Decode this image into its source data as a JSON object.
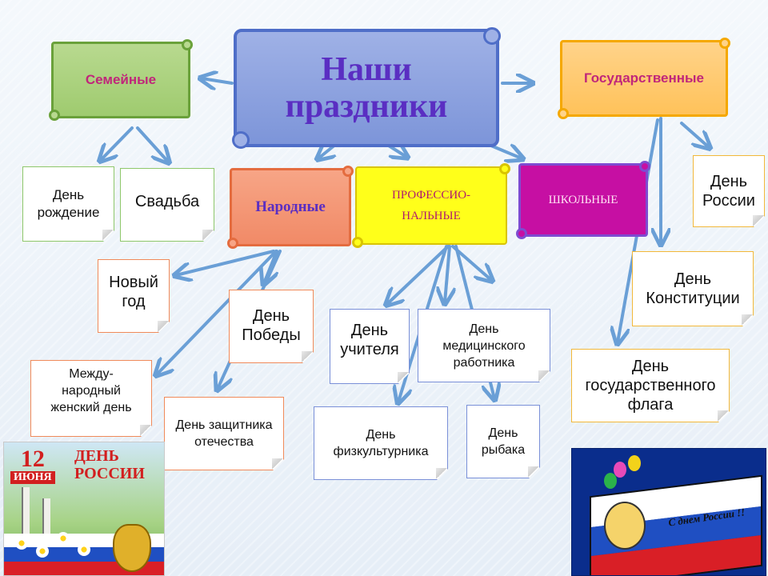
{
  "main_title": {
    "line1": "Наши",
    "line2": "праздники"
  },
  "categories": {
    "family": "Семейные",
    "state": "Государственные",
    "folk": "Народные",
    "professional": {
      "line1": "ПРОФЕССИО-",
      "line2": "НАЛЬНЫЕ"
    },
    "school": "ШКОЛЬНЫЕ"
  },
  "holidays": {
    "birthday": "День рождение",
    "wedding": "Свадьба",
    "new_year": "Новый год",
    "victory_day": "День Победы",
    "womens_day": "Между-народный женский день",
    "defender_day": "День защитника отечества",
    "teacher_day": "День учителя",
    "medical_day": "День медицинского работника",
    "athlete_day": "День физкультурника",
    "fisherman_day": "День рыбака",
    "russia_day": "День России",
    "constitution_day": "День Конституции",
    "flag_day": "День государственного флага"
  },
  "poster": {
    "date_number": "12",
    "date_month": "ИЮНЯ",
    "title": "ДЕНЬ РОССИИ"
  },
  "greeting_card": {
    "text": "С днем России !!"
  },
  "colors": {
    "arrow": "#6a9fd6",
    "flag_white": "#ffffff",
    "flag_blue": "#1f4fc2",
    "flag_red": "#d91f26"
  }
}
